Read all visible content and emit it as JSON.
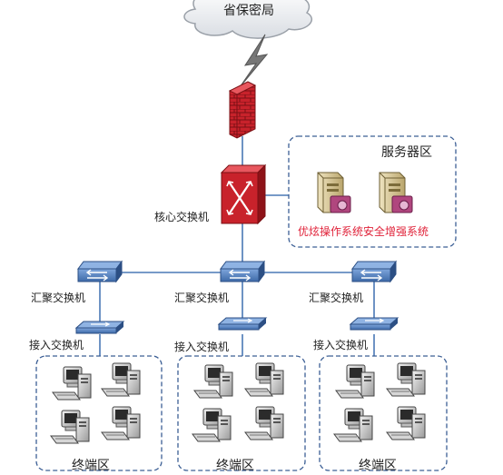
{
  "cloud": {
    "label": "省保密局"
  },
  "core_switch": {
    "label": "核心交换机"
  },
  "server_zone": {
    "title": "服务器区",
    "system_label": "优炫操作系统安全增强系统"
  },
  "branches": [
    {
      "agg_label": "汇聚交换机",
      "access_label": "接入交换机",
      "zone_label": "终端区"
    },
    {
      "agg_label": "汇聚交换机",
      "access_label": "接入交换机",
      "zone_label": "终端区"
    },
    {
      "agg_label": "汇聚交换机",
      "access_label": "接入交换机",
      "zone_label": "终端区"
    }
  ],
  "colors": {
    "line": "#4a78b5",
    "dash": "#3c5f95",
    "firewall": "#c8222b",
    "switch_blue": "#3e6aa8",
    "core_red": "#c8222b",
    "system_text": "#e0233a"
  },
  "icons": [
    "cloud-icon",
    "lightning-icon",
    "firewall-icon",
    "core-switch-icon",
    "server-icon",
    "aggregation-switch-icon",
    "access-switch-icon",
    "computer-icon"
  ]
}
